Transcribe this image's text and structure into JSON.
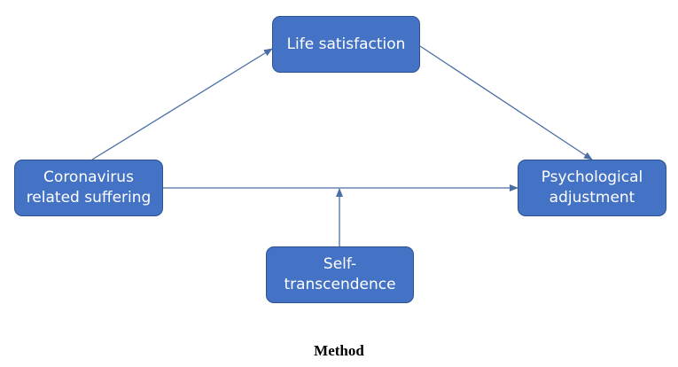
{
  "diagram": {
    "nodes": {
      "life_satisfaction": "Life satisfaction",
      "coronavirus_suffering": "Coronavirus\nrelated suffering",
      "psychological_adjustment": "Psychological\nadjustment",
      "self_transcendence": "Self-\ntranscendence"
    },
    "edges": [
      {
        "from": "coronavirus_suffering",
        "to": "life_satisfaction"
      },
      {
        "from": "life_satisfaction",
        "to": "psychological_adjustment"
      },
      {
        "from": "coronavirus_suffering",
        "to": "psychological_adjustment"
      },
      {
        "from": "self_transcendence",
        "to": "coronavirus_suffering->psychological_adjustment"
      }
    ],
    "colors": {
      "node_fill": "#4472c4",
      "node_border": "#2f528f",
      "arrow": "#4a6fa5",
      "node_text": "#ffffff"
    }
  },
  "caption": "Method"
}
